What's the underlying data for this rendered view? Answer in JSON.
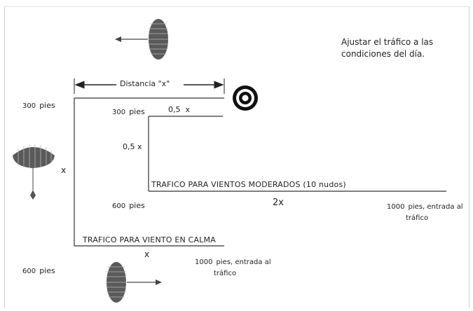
{
  "note": {
    "line1": "Ajustar el tráfico a las",
    "line2": "condiciones del día."
  },
  "distance": {
    "label": "Distancia \"x\""
  },
  "calm": {
    "title": "TRAFICO PARA VIENTO EN CALMA",
    "alt_300": "300",
    "alt_600": "600",
    "unit": "pies",
    "left_x": "x",
    "bottom_x": "x",
    "entry_value": "1000",
    "entry_text_1": "pies, entrada al",
    "entry_text_2": "tráfico"
  },
  "moderate": {
    "title": "TRAFICO PARA VIENTOS MODERADOS (10 nudos)",
    "alt_300": "300",
    "alt_600": "600",
    "unit": "pies",
    "top_leg": "0,5",
    "top_x": "x",
    "side_leg": "0,5",
    "side_x": "x",
    "bottom_2x": "2x",
    "entry_value": "1000",
    "entry_text_1": "pies, entrada al",
    "entry_text_2": "tráfico"
  },
  "icons": {
    "top_parachute": "parachute-top-view-icon",
    "left_parachute": "parachute-side-view-icon",
    "bottom_parachute": "parachute-top-view-icon",
    "target": "target-icon"
  },
  "colors": {
    "line": "#333333",
    "canopy": "#555555",
    "arrow": "#444444"
  }
}
